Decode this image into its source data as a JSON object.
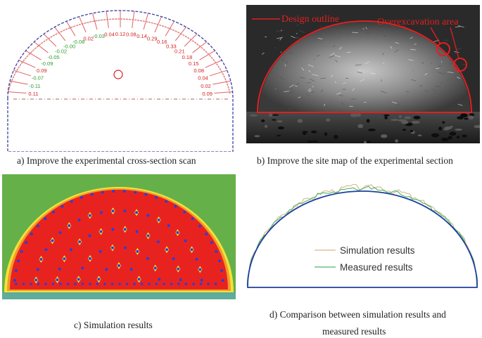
{
  "captions": {
    "a": "a) Improve the experimental cross-section scan",
    "b": "b) Improve the site map of the experimental section",
    "c": "c) Simulation results",
    "d_line1": "d) Comparison between simulation results and",
    "d_line2": "measured results"
  },
  "panel_a": {
    "deviations_left": [
      "0.11",
      "-0.11",
      "-0.07",
      "0.09",
      "-0.09",
      "-0.05",
      "-0.02",
      "-0.00",
      "-0.08"
    ],
    "deviations_top": [
      "0.02",
      "-0.03",
      "0.04",
      "0.12",
      "0.08",
      "0.14",
      "0.29"
    ],
    "deviations_right": [
      "0.16",
      "0.33",
      "0.21",
      "0.18",
      "0.15",
      "0.08",
      "0.04",
      "0.02",
      "0.09"
    ]
  },
  "panel_b": {
    "label_design": "Design outline",
    "label_overexcavation": "Overexcavation area"
  },
  "panel_d": {
    "legend_simulation": "Simulation results",
    "legend_measured": "Measured results"
  },
  "colors": {
    "design": "#3a3fa0",
    "scan": "#e08080",
    "positive": "#d42020",
    "negative": "#2e9a2e",
    "sim_red": "#e8231f",
    "sim_green": "#66b04a",
    "sim_yellow": "#f2e23a",
    "dots": "#2b3fd6",
    "sim_line": "#d8b68a",
    "meas_line": "#4fb56a",
    "outline_blue": "#1f3f9f"
  }
}
